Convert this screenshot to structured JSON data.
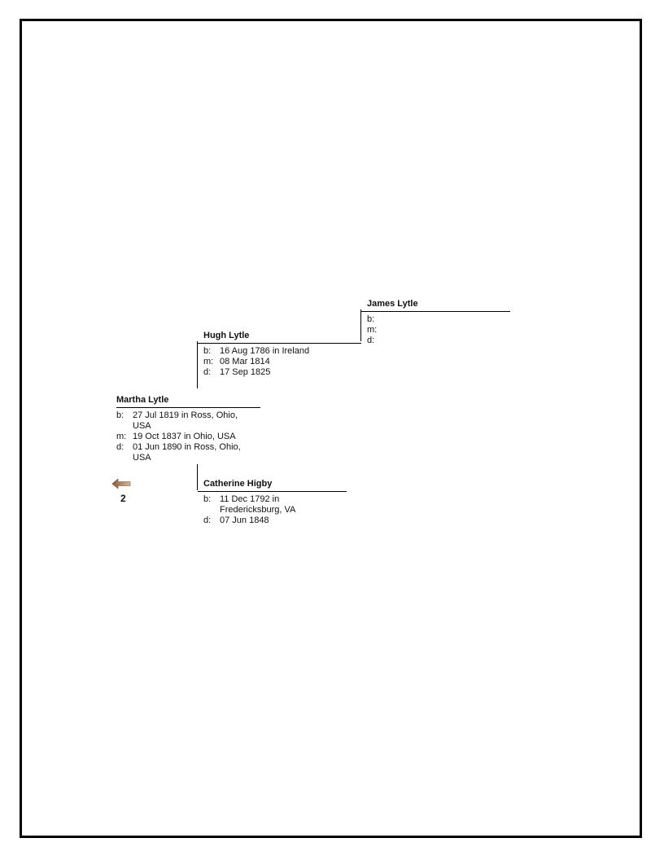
{
  "navigation": {
    "back_page_number": "2",
    "arrow_icon": "left-arrow-icon"
  },
  "people": {
    "martha": {
      "name": "Martha Lytle",
      "facts": [
        {
          "label": "b:",
          "value": "27 Jul 1819 in Ross, Ohio, USA"
        },
        {
          "label": "m:",
          "value": "19 Oct 1837 in Ohio, USA"
        },
        {
          "label": "d:",
          "value": "01 Jun 1890 in Ross, Ohio, USA"
        }
      ]
    },
    "hugh": {
      "name": "Hugh Lytle",
      "facts": [
        {
          "label": "b:",
          "value": "16 Aug 1786 in Ireland"
        },
        {
          "label": "m:",
          "value": "08 Mar 1814"
        },
        {
          "label": "d:",
          "value": "17 Sep 1825"
        }
      ]
    },
    "james": {
      "name": "James Lytle",
      "facts": [
        {
          "label": "b:",
          "value": ""
        },
        {
          "label": "m:",
          "value": ""
        },
        {
          "label": "d:",
          "value": ""
        }
      ]
    },
    "catherine": {
      "name": "Catherine Higby",
      "facts": [
        {
          "label": "b:",
          "value": "11 Dec 1792 in Fredericksburg, VA"
        },
        {
          "label": "d:",
          "value": "07 Jun 1848"
        }
      ]
    }
  },
  "colors": {
    "arrow_fill": "#a0744f",
    "line": "#000000"
  }
}
